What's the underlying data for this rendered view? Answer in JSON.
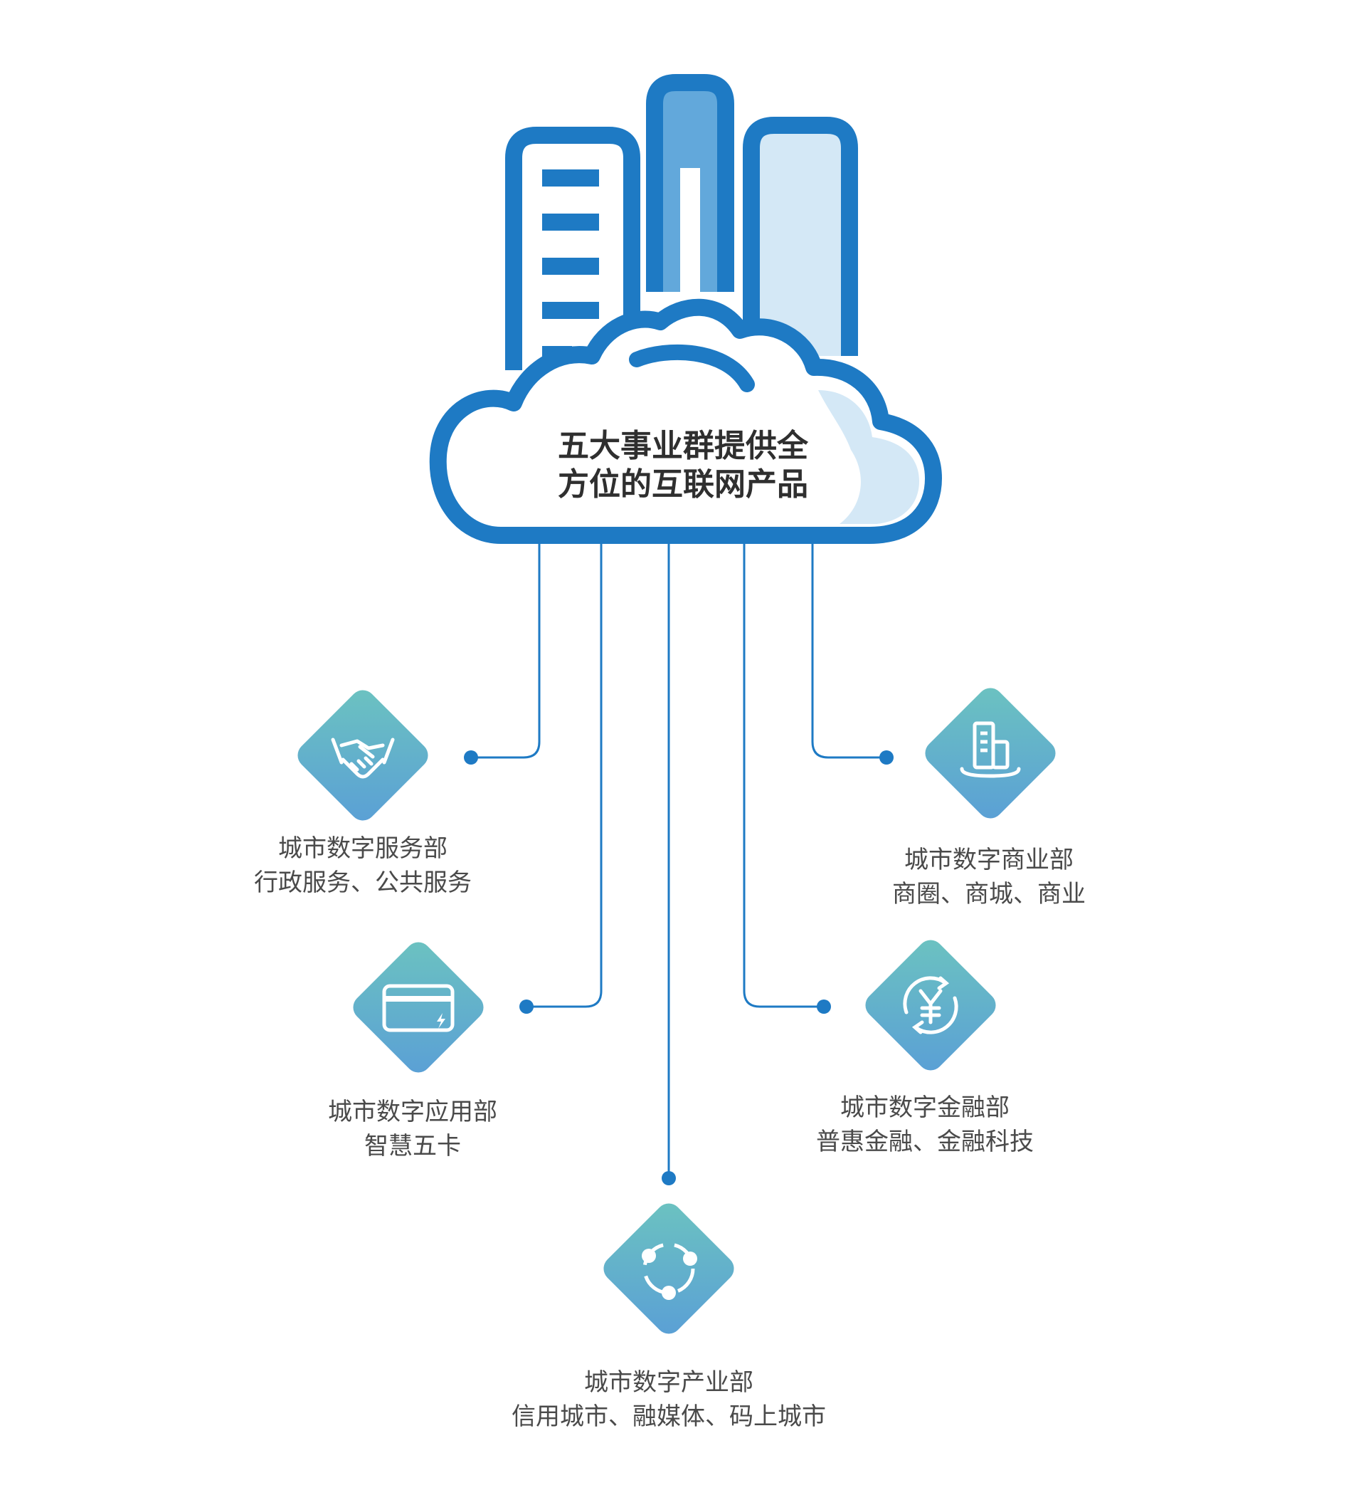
{
  "colors": {
    "primary_blue": "#1e7ac4",
    "mid_blue": "#62a8db",
    "light_blue": "#cfe6f5",
    "teal": "#6cc3c0",
    "label_text": "#4a4a4a",
    "title_text": "#2f2f2f"
  },
  "hub": {
    "title_line1": "五大事业群提供全",
    "title_line2": "方位的互联网产品",
    "icon": "city-cloud-icon"
  },
  "departments": [
    {
      "id": "service",
      "name": "城市数字服务部",
      "desc": "行政服务、公共服务",
      "icon": "handshake-icon"
    },
    {
      "id": "application",
      "name": "城市数字应用部",
      "desc": "智慧五卡",
      "icon": "card-icon"
    },
    {
      "id": "industry",
      "name": "城市数字产业部",
      "desc": "信用城市、融媒体、码上城市",
      "icon": "share-cycle-icon"
    },
    {
      "id": "finance",
      "name": "城市数字金融部",
      "desc": "普惠金融、金融科技",
      "icon": "yuan-cycle-icon"
    },
    {
      "id": "commerce",
      "name": "城市数字商业部",
      "desc": "商圈、商城、商业",
      "icon": "buildings-icon"
    }
  ]
}
